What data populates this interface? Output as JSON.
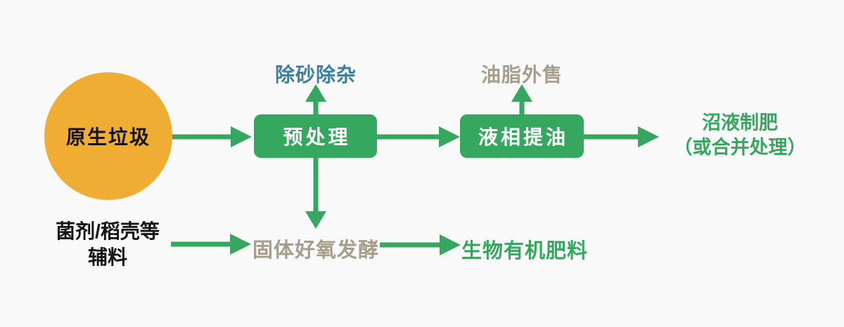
{
  "colors": {
    "bg": "#F8F9F8",
    "green": "#36A75E",
    "yellow": "#F0AD33",
    "blue": "#3E7E9E",
    "taupe": "#A89D8A",
    "black": "#141414",
    "box_text": "#FFFFFF"
  },
  "nodes": {
    "raw_waste": {
      "label": "原生垃圾"
    },
    "pretreatment": {
      "label": "预处理"
    },
    "sand_removal": {
      "label": "除砂除杂"
    },
    "oil_extraction": {
      "label": "液相提油"
    },
    "oil_sale": {
      "label": "油脂外售"
    },
    "slurry_fertilizer": {
      "line1": "沼液制肥",
      "line2": "（或合并处理）"
    },
    "auxiliary_material": {
      "line1": "菌剂/稻壳等",
      "line2": "辅料"
    },
    "aerobic_fermentation": {
      "label": "固体好氧发酵"
    },
    "bio_fertilizer": {
      "label": "生物有机肥料"
    }
  },
  "edges": [
    {
      "from": "raw_waste",
      "to": "pretreatment"
    },
    {
      "from": "pretreatment",
      "to": "sand_removal"
    },
    {
      "from": "pretreatment",
      "to": "oil_extraction"
    },
    {
      "from": "oil_extraction",
      "to": "oil_sale"
    },
    {
      "from": "oil_extraction",
      "to": "slurry_fertilizer"
    },
    {
      "from": "pretreatment",
      "to": "aerobic_fermentation"
    },
    {
      "from": "auxiliary_material",
      "to": "aerobic_fermentation"
    },
    {
      "from": "aerobic_fermentation",
      "to": "bio_fertilizer"
    }
  ]
}
